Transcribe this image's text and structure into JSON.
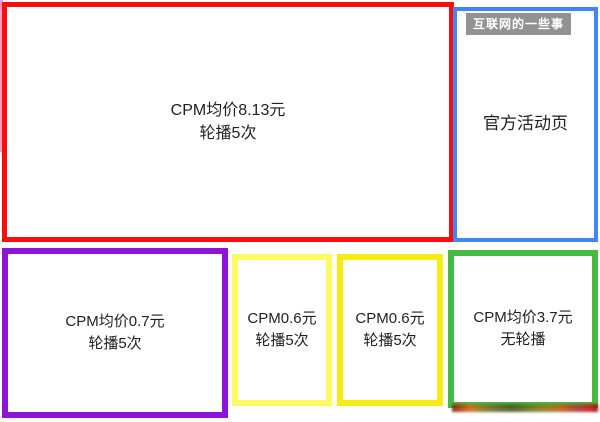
{
  "watermark": {
    "text": "互联网的一些事"
  },
  "panels": [
    {
      "id": "hero",
      "name": "hero-ad-slot",
      "border_color": "#fc0d0d",
      "line1": "CPM均价8.13元",
      "line2": "轮播5次"
    },
    {
      "id": "official",
      "name": "official-activity-page-slot",
      "border_color": "#4285f4",
      "line1": "官方活动页",
      "line2": ""
    },
    {
      "id": "purple",
      "name": "purple-ad-slot",
      "border_color": "#9013d8",
      "line1": "CPM均价0.7元",
      "line2": "轮播5次"
    },
    {
      "id": "yellow1",
      "name": "yellow-ad-slot-1",
      "border_color": "#fdfb63",
      "line1": "CPM0.6元",
      "line2": "轮播5次"
    },
    {
      "id": "yellow2",
      "name": "yellow-ad-slot-2",
      "border_color": "#f6ec11",
      "line1": "CPM0.6元",
      "line2": "轮播5次"
    },
    {
      "id": "green",
      "name": "green-ad-slot",
      "border_color": "#45b940",
      "line1": "CPM均价3.7元",
      "line2": "无轮播"
    }
  ],
  "divider": {
    "color": "#ff9ec4"
  }
}
